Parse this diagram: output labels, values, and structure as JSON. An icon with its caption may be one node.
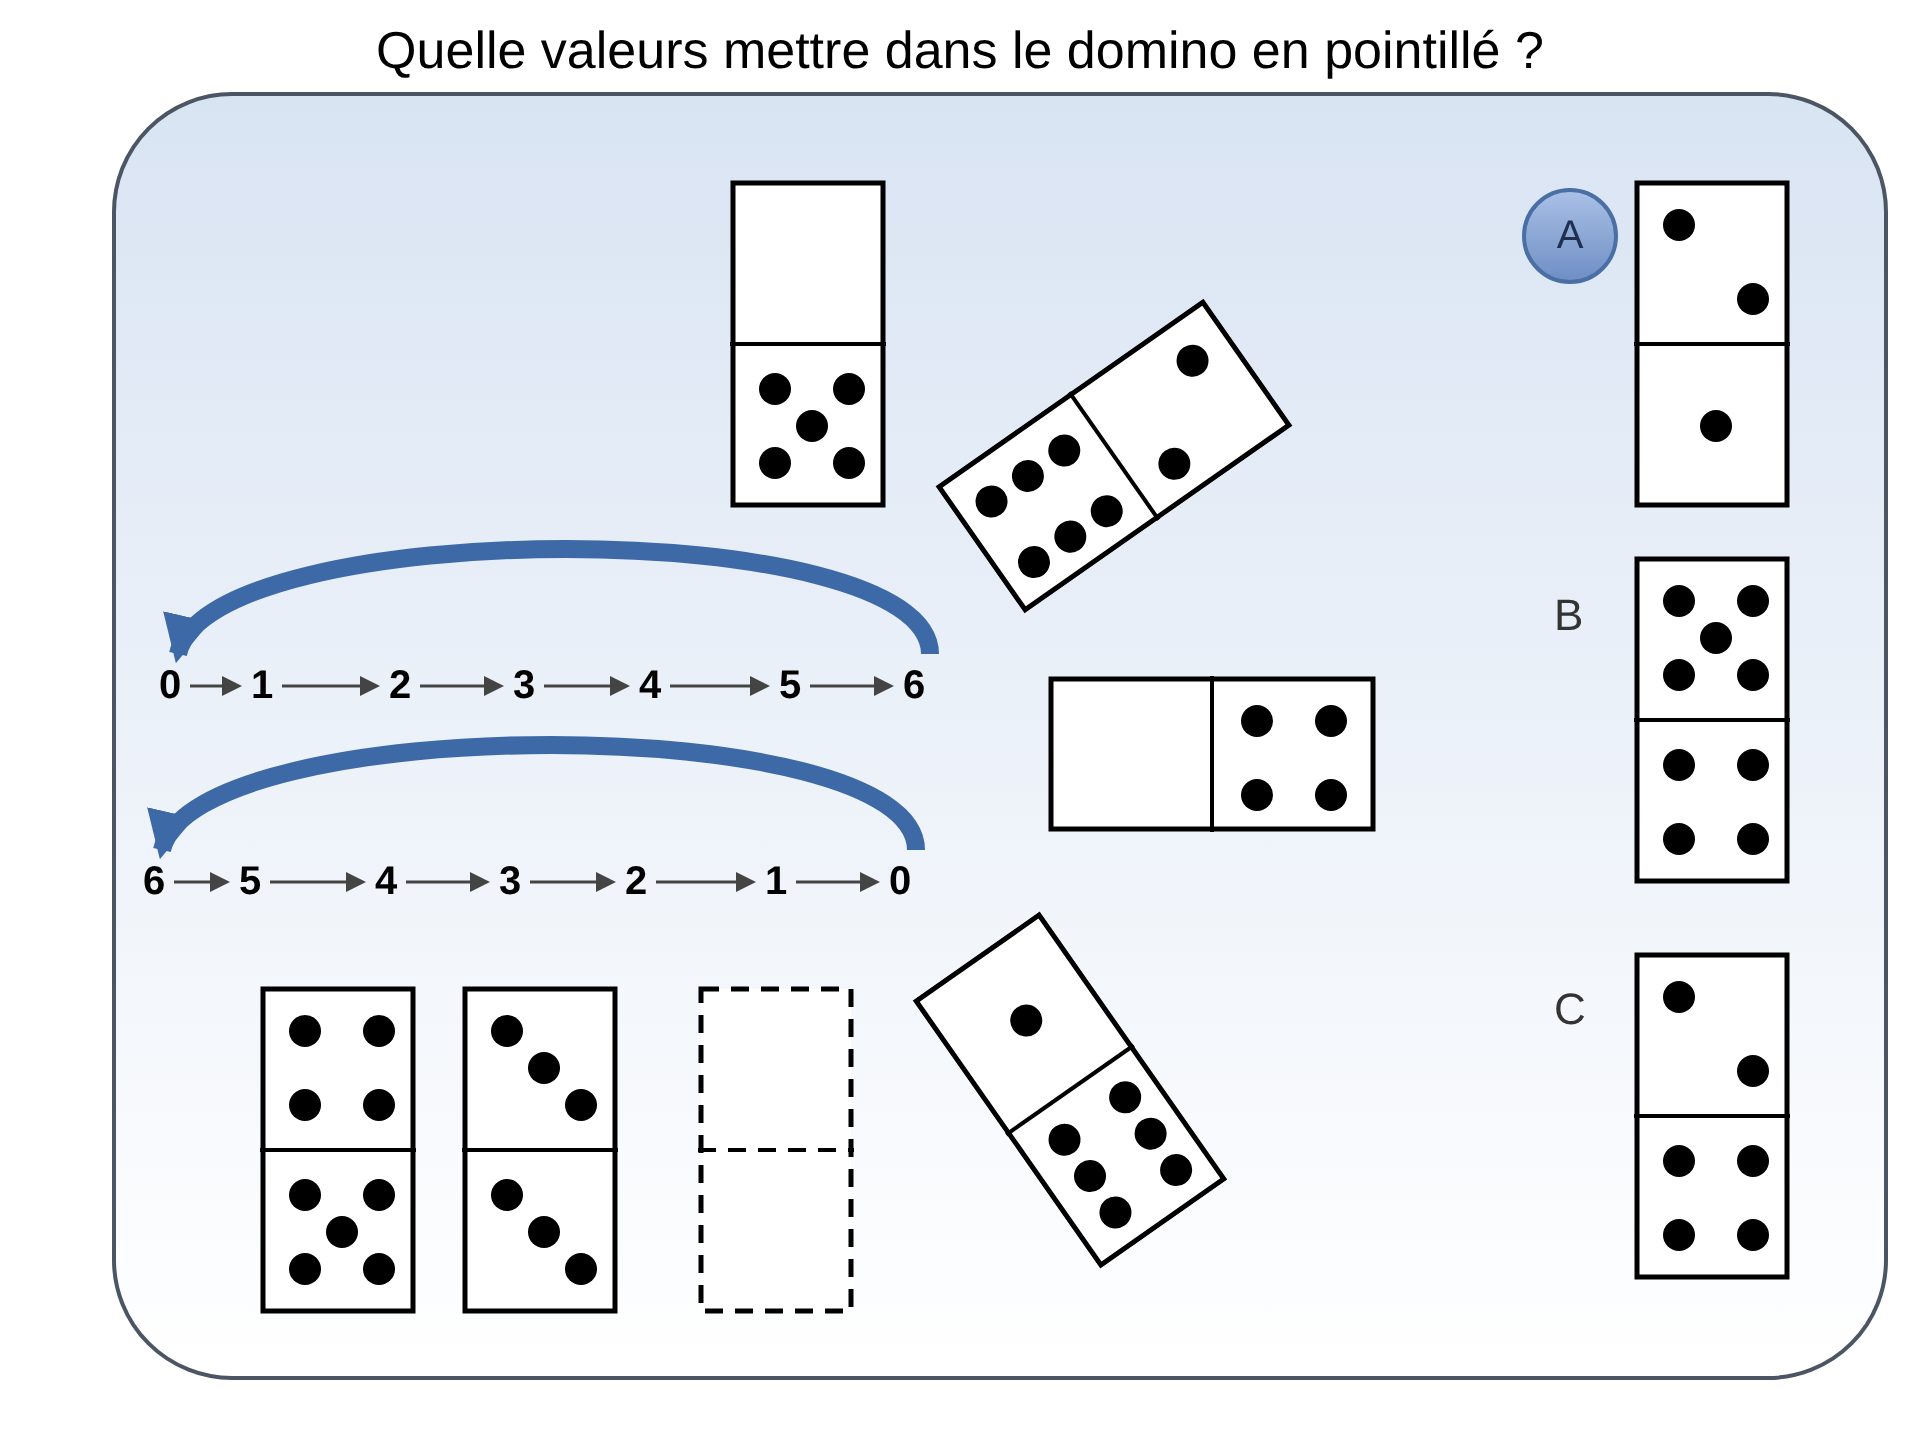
{
  "diagram": {
    "title": "Quelle valeurs mettre dans le domino en pointillé ?",
    "nodes": [
      {
        "text": [
          "A"
        ]
      },
      {
        "text": [
          "0"
        ]
      },
      {
        "text": [
          "1"
        ]
      },
      {
        "text": [
          "2"
        ]
      },
      {
        "text": [
          "3"
        ]
      },
      {
        "text": [
          "4"
        ]
      },
      {
        "text": [
          "5"
        ]
      },
      {
        "text": [
          "6"
        ]
      },
      {
        "text": [
          "6"
        ]
      },
      {
        "text": [
          "5"
        ]
      },
      {
        "text": [
          "4"
        ]
      },
      {
        "text": [
          "3"
        ]
      },
      {
        "text": [
          "2"
        ]
      },
      {
        "text": [
          "1"
        ]
      },
      {
        "text": [
          "0"
        ]
      }
    ],
    "edges": [
      {
        "from": 1,
        "to": 2,
        "arrow": "to"
      },
      {
        "from": 2,
        "to": 3,
        "arrow": "to"
      },
      {
        "from": 3,
        "to": 4,
        "arrow": "to"
      },
      {
        "from": 4,
        "to": 5,
        "arrow": "to"
      },
      {
        "from": 5,
        "to": 6,
        "arrow": "to"
      },
      {
        "from": 6,
        "to": 7,
        "arrow": "to"
      },
      {
        "from": 7,
        "to": 1,
        "arrow": "to",
        "style": "thick",
        "color": "#3d6aa6"
      },
      {
        "from": 8,
        "to": 9,
        "arrow": "to"
      },
      {
        "from": 9,
        "to": 10,
        "arrow": "to"
      },
      {
        "from": 10,
        "to": 11,
        "arrow": "to"
      },
      {
        "from": 11,
        "to": 12,
        "arrow": "to"
      },
      {
        "from": 12,
        "to": 13,
        "arrow": "to"
      },
      {
        "from": 13,
        "to": 14,
        "arrow": "to"
      },
      {
        "from": 14,
        "to": 8,
        "arrow": "to",
        "style": "thick",
        "color": "#3d6aa6"
      }
    ],
    "labels": [
      "B",
      "C"
    ]
  }
}
